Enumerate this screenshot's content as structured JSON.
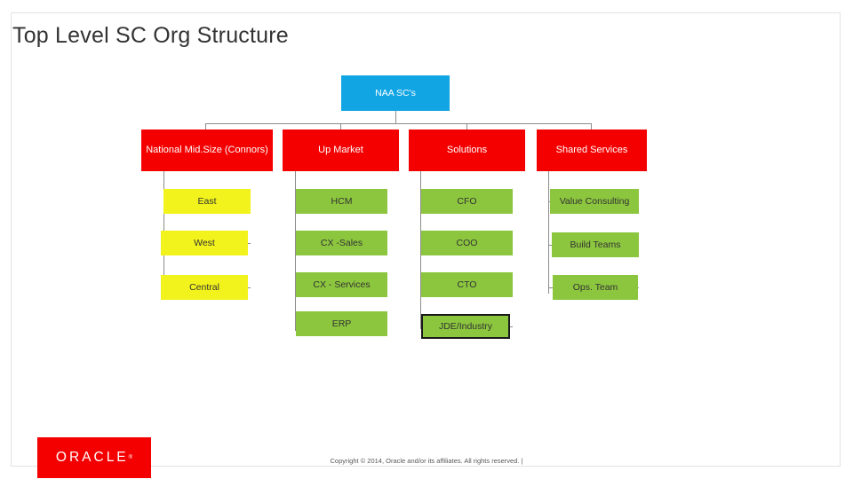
{
  "slide": {
    "title": "Top Level SC Org Structure",
    "footer": {
      "copyright": "Copyright © 2014, Oracle and/or its affiliates. All rights reserved.   |",
      "logo_text": "ORACLE",
      "logo_registered": "®"
    }
  },
  "colors": {
    "root": "#12a5e4",
    "level1": "#f40000",
    "yellow": "#f2f21c",
    "green": "#8cc63e",
    "connector": "#8c8c8c",
    "title_text": "#333333",
    "outline": "#1a1a1a"
  },
  "chart": {
    "root": {
      "label": "NAA SC's"
    },
    "columns": [
      {
        "header": "National Mid.Size (Connors)",
        "items": [
          {
            "label": "East",
            "style": "yellow"
          },
          {
            "label": "West",
            "style": "yellow"
          },
          {
            "label": "Central",
            "style": "yellow"
          }
        ]
      },
      {
        "header": "Up Market",
        "items": [
          {
            "label": "HCM",
            "style": "green"
          },
          {
            "label": "CX -Sales",
            "style": "green"
          },
          {
            "label": "CX - Services",
            "style": "green"
          },
          {
            "label": "ERP",
            "style": "green"
          }
        ]
      },
      {
        "header": "Solutions",
        "items": [
          {
            "label": "CFO",
            "style": "green"
          },
          {
            "label": "COO",
            "style": "green"
          },
          {
            "label": "CTO",
            "style": "green"
          },
          {
            "label": "JDE/Industry",
            "style": "green-outlined"
          }
        ]
      },
      {
        "header": "Shared Services",
        "items": [
          {
            "label": "Value Consulting",
            "style": "green"
          },
          {
            "label": "Build Teams",
            "style": "green"
          },
          {
            "label": "Ops. Team",
            "style": "green"
          }
        ]
      }
    ]
  }
}
